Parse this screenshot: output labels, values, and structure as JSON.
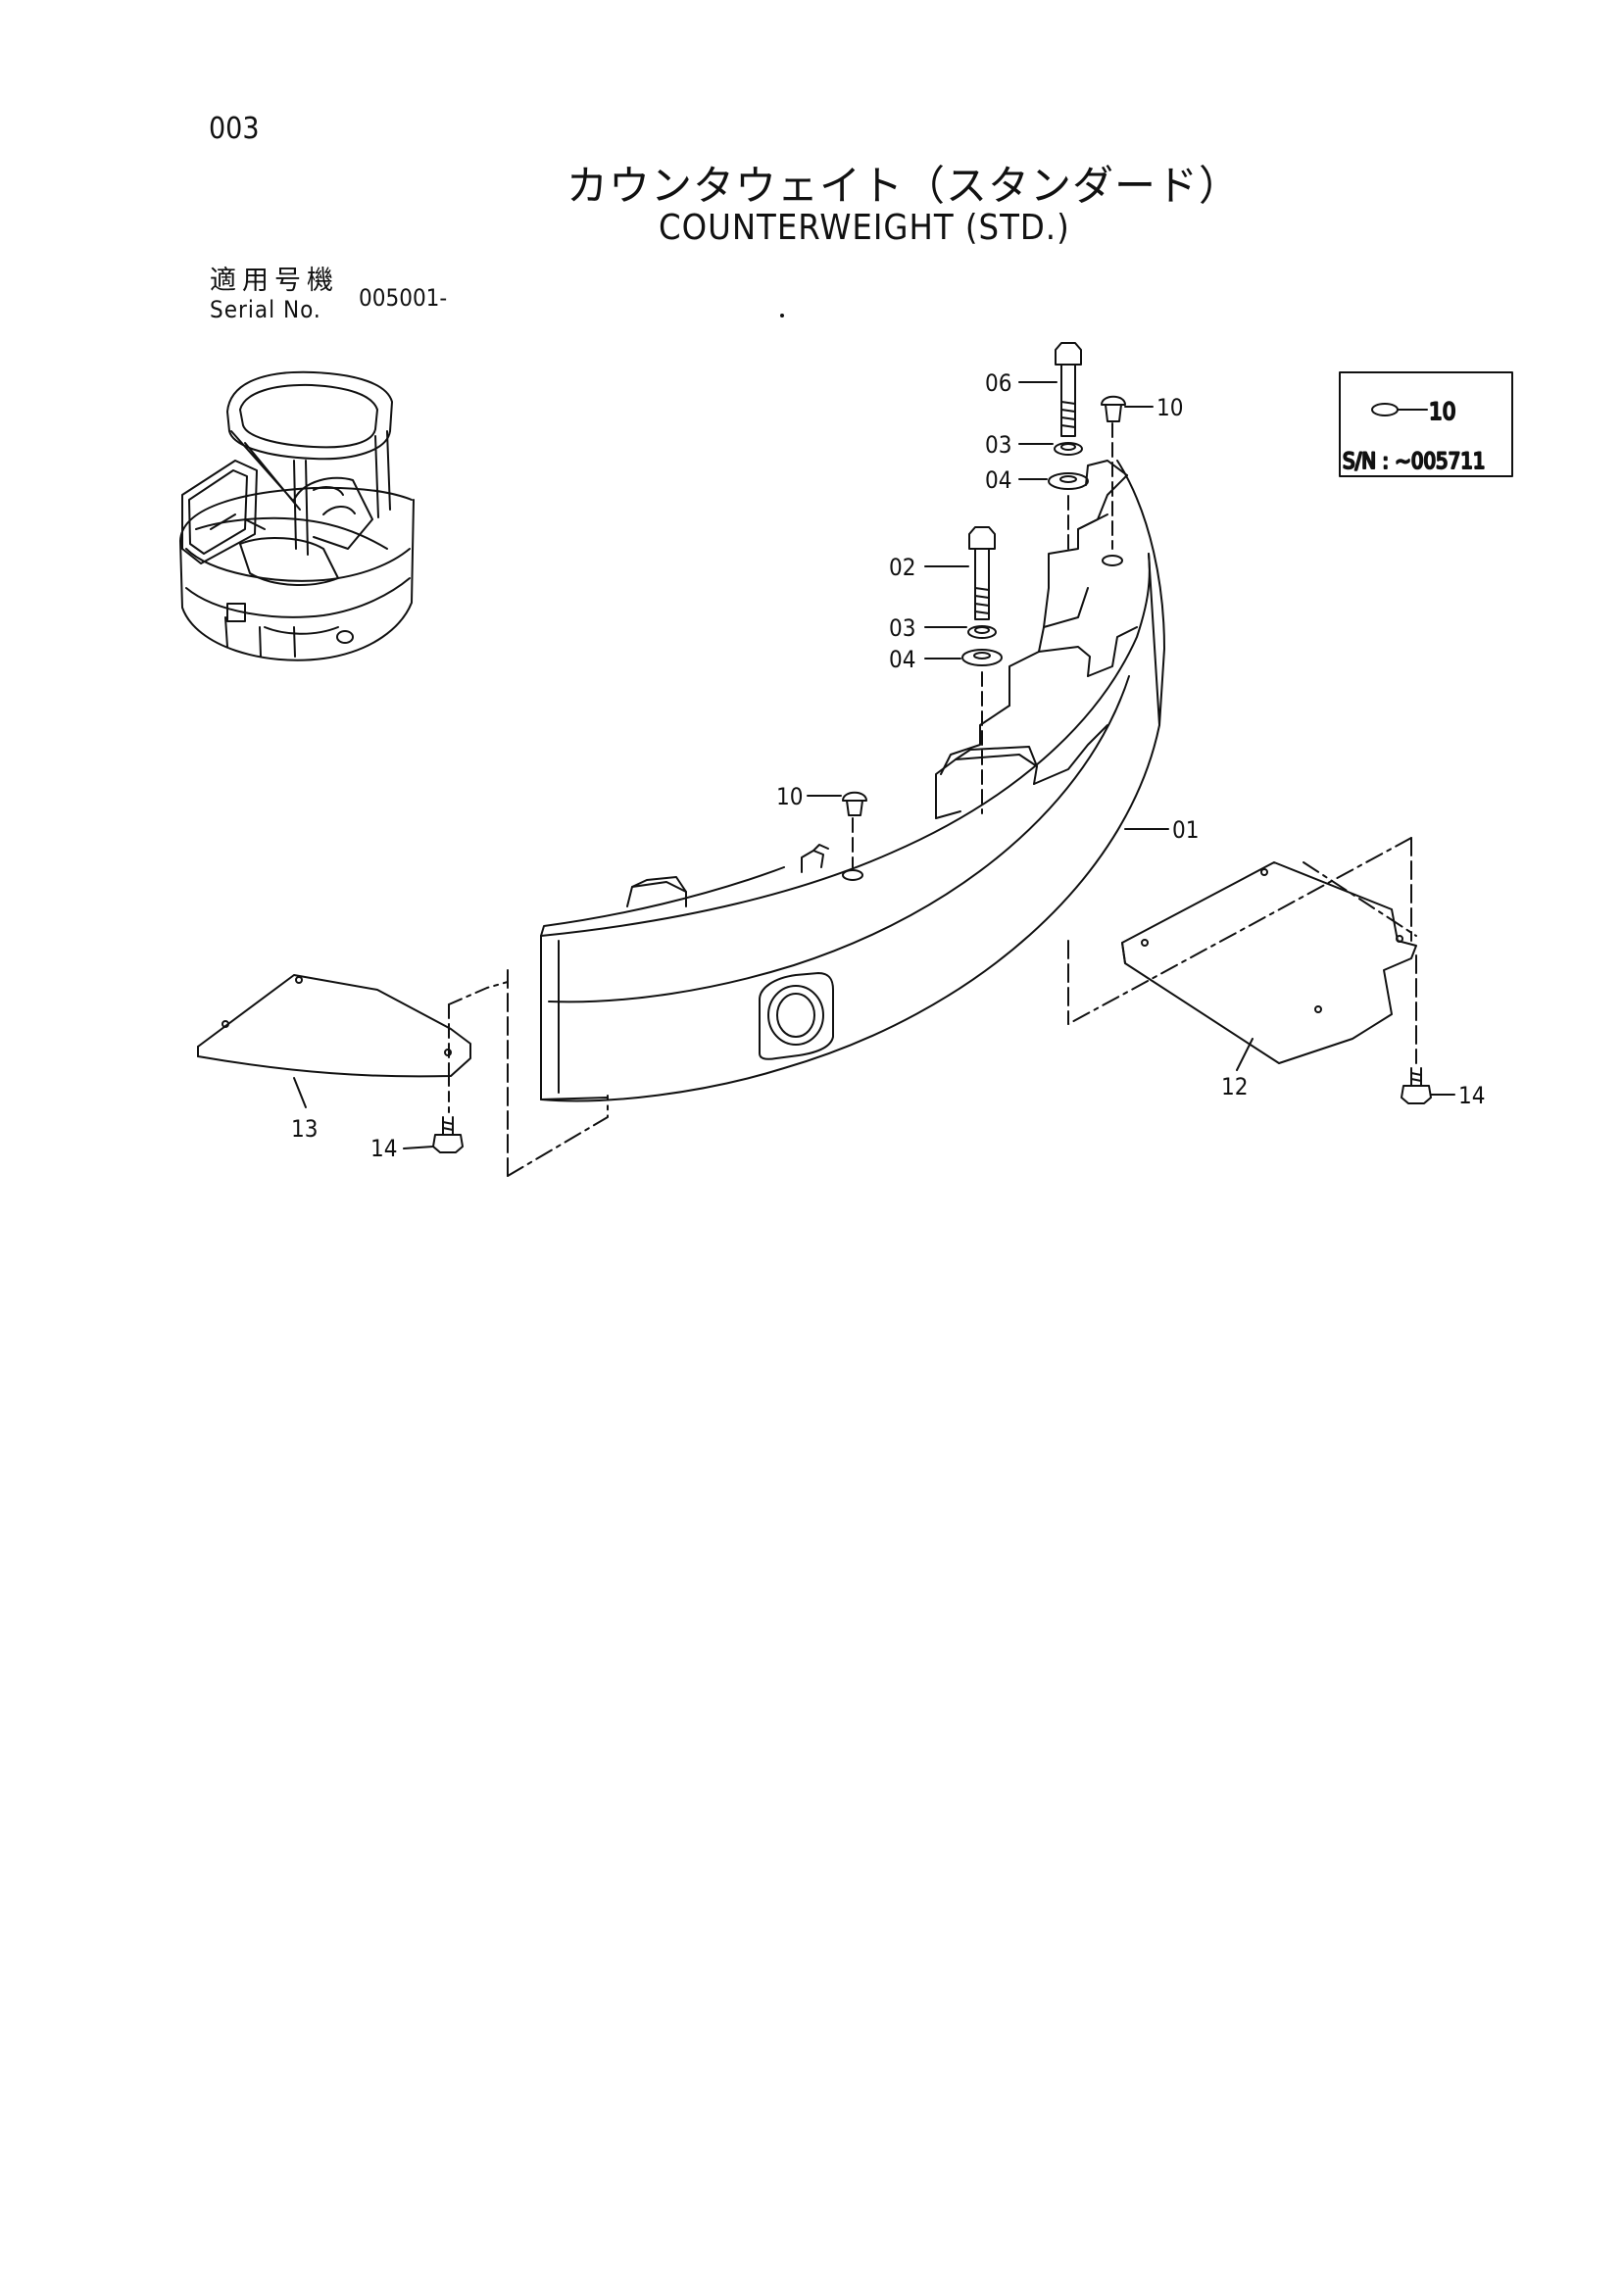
{
  "header": {
    "page_number": "003",
    "title_jp": "カウンタウェイト（スタンダード）",
    "title_en": "COUNTERWEIGHT (STD.)",
    "serial_label_jp": "適用号機",
    "serial_label_en": "Serial No.",
    "serial_value": "005001-"
  },
  "inset_box": {
    "callout": "10",
    "serial_note": "S/N : ~005711"
  },
  "callouts": {
    "bolt_top": "06",
    "plug_top": "10",
    "washer_top": "03",
    "washer_flat_top": "04",
    "bolt_mid": "02",
    "washer_mid": "03",
    "washer_flat_mid": "04",
    "plug_left": "10",
    "counterweight": "01",
    "cover_right": "12",
    "cover_left": "13",
    "bolt_left": "14",
    "bolt_right": "14"
  }
}
